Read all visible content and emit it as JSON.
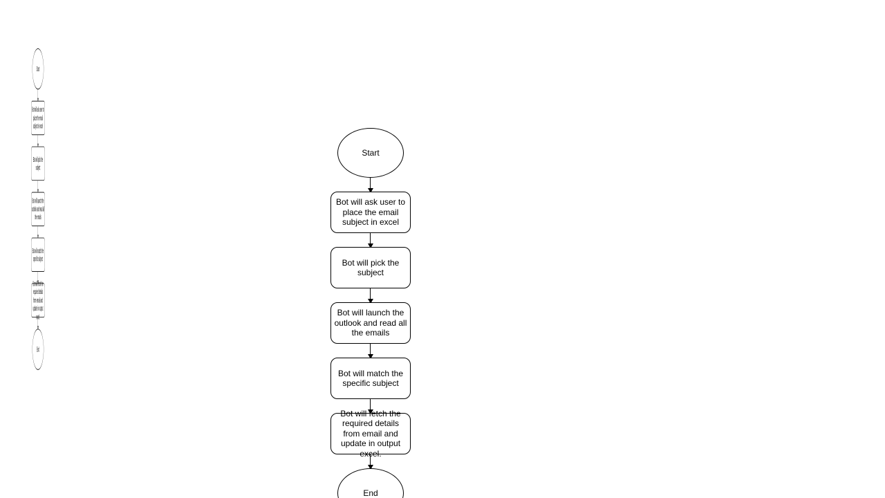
{
  "diagram": {
    "nodes": {
      "start": {
        "label": "Start"
      },
      "step1": {
        "label": "Bot will ask user to place the email subject in excel"
      },
      "step2": {
        "label": "Bot will pick the subject"
      },
      "step3": {
        "label": "Bot will launch the outlook and read all the emails"
      },
      "step4": {
        "label": "Bot will match the specific subject"
      },
      "step5": {
        "label": "Bot will fetch the required details from email and update in output excel."
      },
      "end": {
        "label": "End"
      }
    },
    "colors": {
      "stroke": "#000000",
      "fill": "#ffffff",
      "text": "#000000",
      "background": "#ffffff"
    }
  }
}
